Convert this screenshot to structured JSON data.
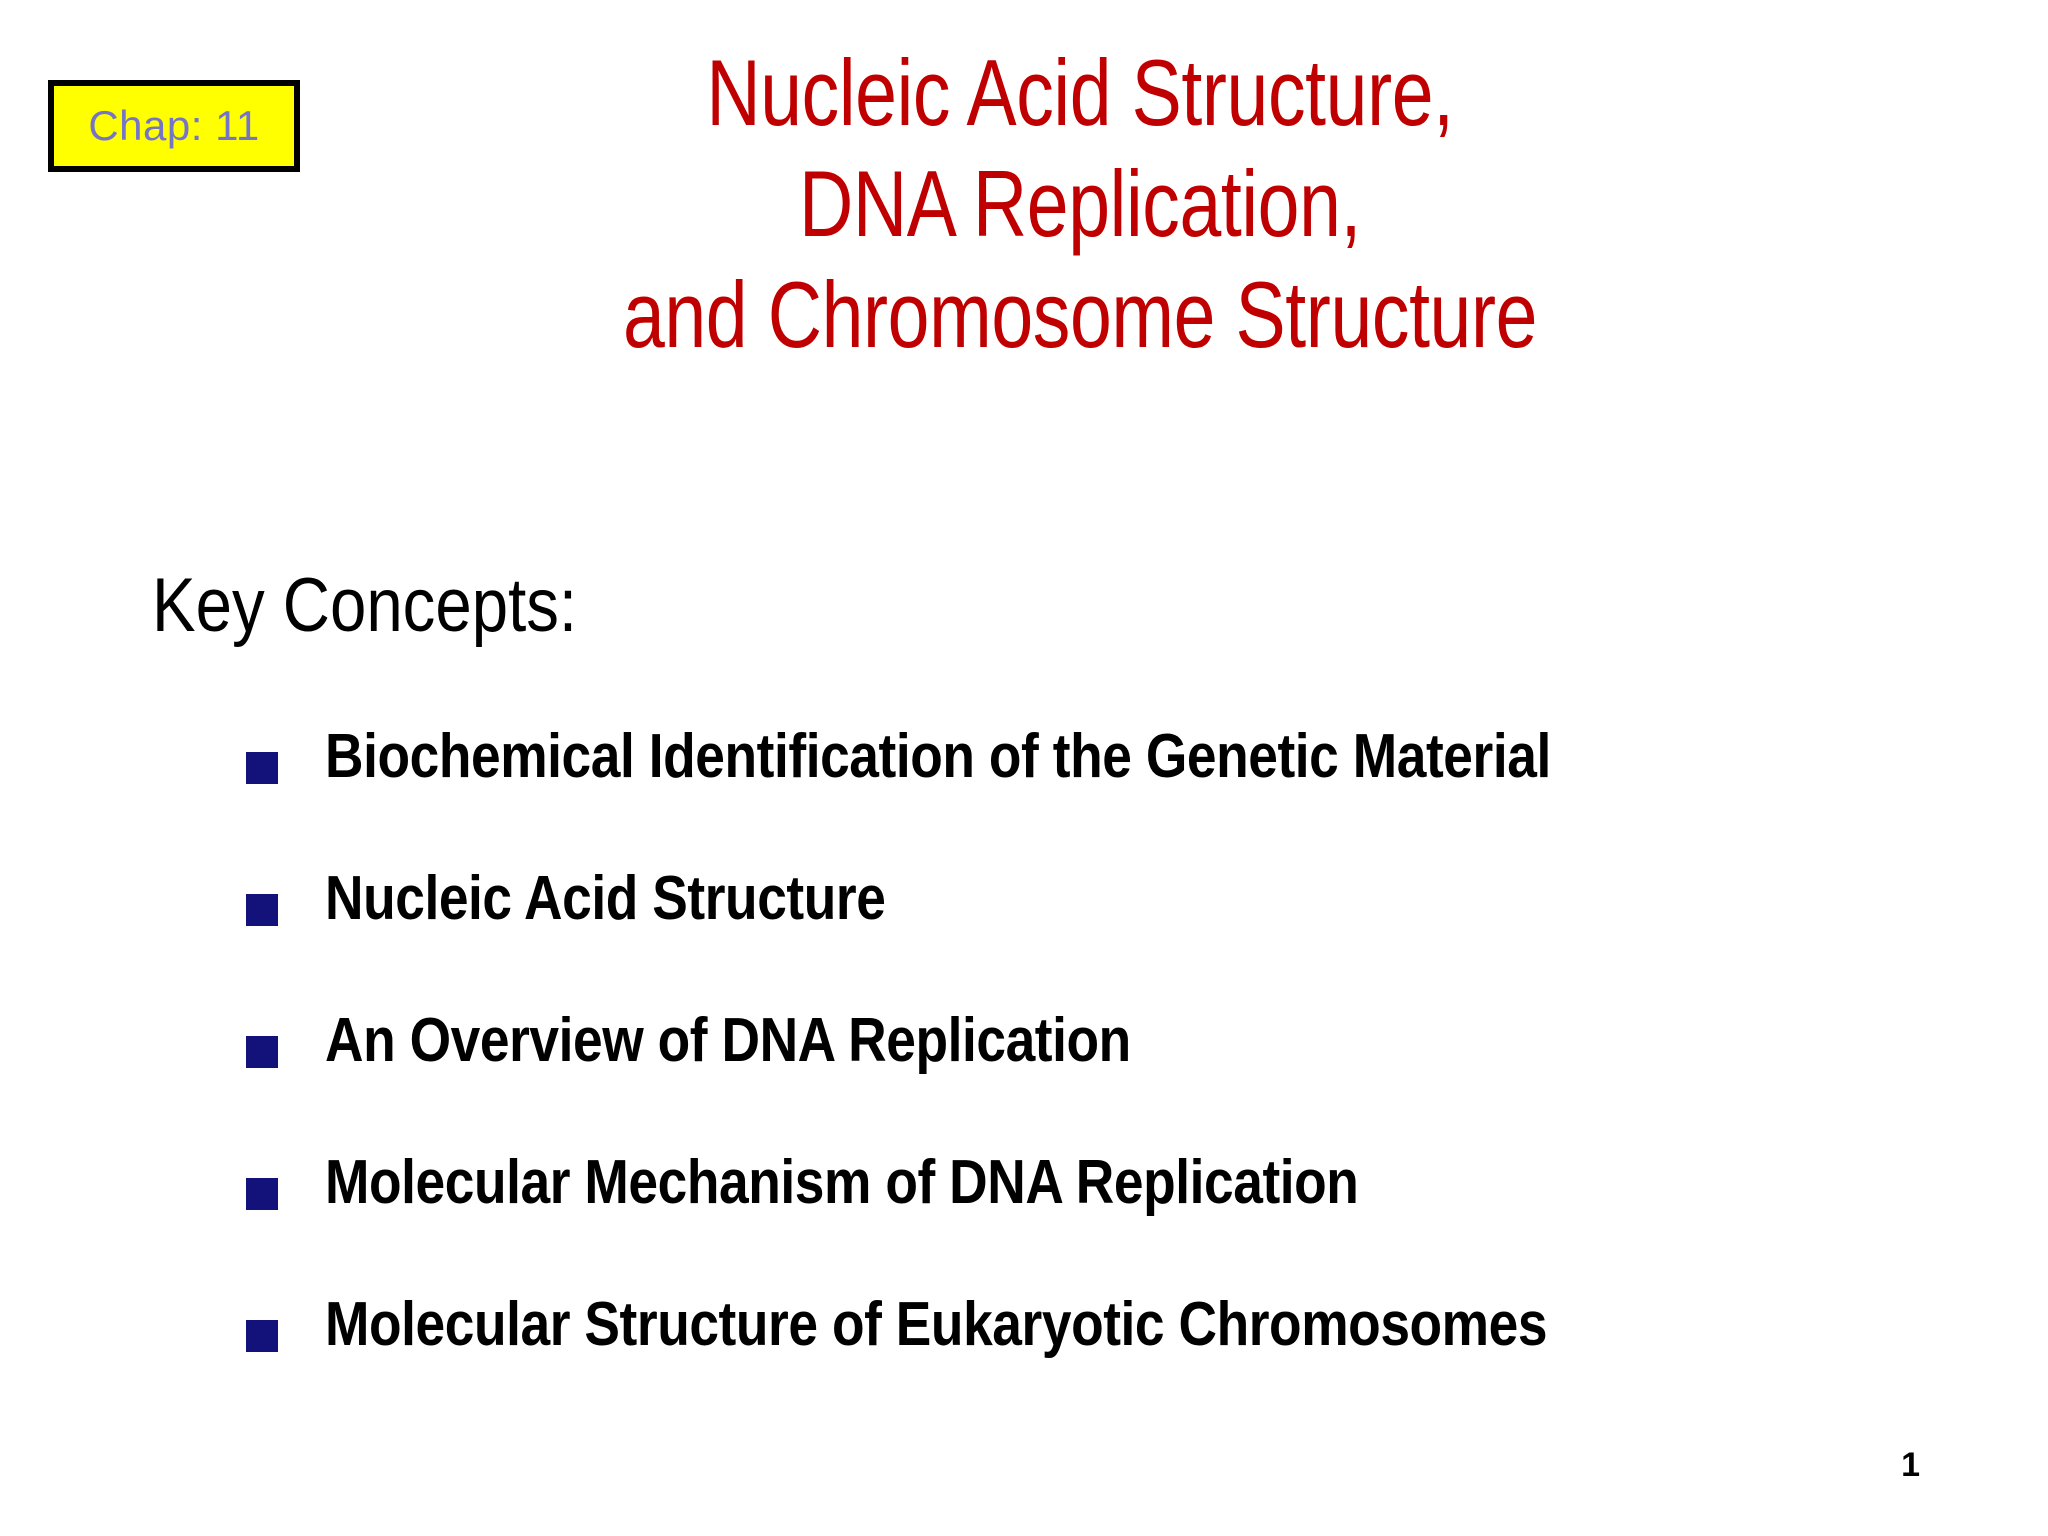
{
  "slide": {
    "background_color": "#ffffff",
    "page_number": "1"
  },
  "chapter_badge": {
    "label": "Chap: 11",
    "background_color": "#ffff00",
    "border_color": "#000000",
    "text_color": "#7575c8"
  },
  "title": {
    "color": "#c00000",
    "lines": [
      "Nucleic Acid Structure,",
      "DNA Replication,",
      "and Chromosome Structure"
    ],
    "full_text": "Nucleic Acid Structure, DNA Replication, and Chromosome Structure"
  },
  "body": {
    "heading": "Key Concepts:",
    "heading_color": "#000000",
    "bullet_color": "#12127a",
    "bullet_text_color": "#000000",
    "items": [
      {
        "label": "Biochemical Identification of the Genetic Material"
      },
      {
        "label": "Nucleic Acid Structure"
      },
      {
        "label": "An Overview of DNA Replication"
      },
      {
        "label": "Molecular Mechanism of DNA Replication"
      },
      {
        "label": "Molecular Structure of Eukaryotic Chromosomes"
      }
    ]
  }
}
